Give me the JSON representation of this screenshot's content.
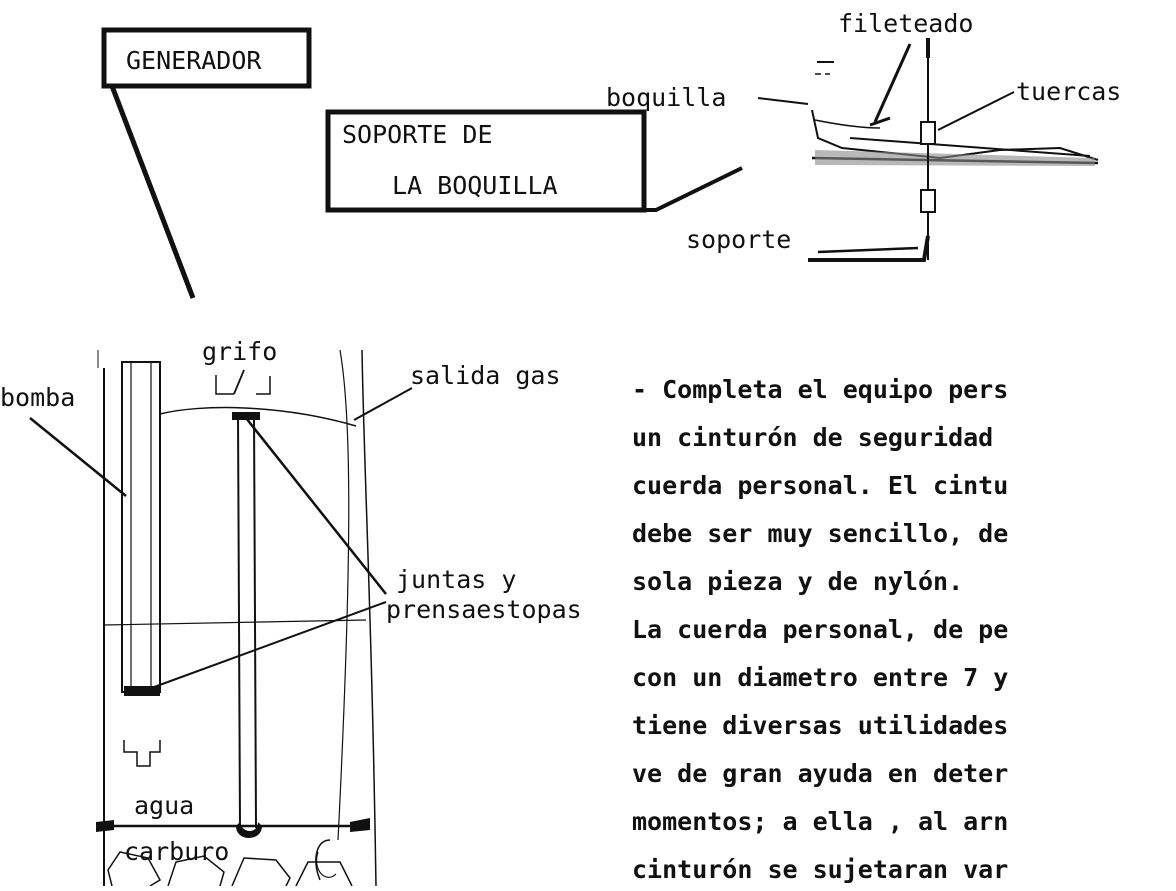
{
  "generator": {
    "title": "GENERADOR",
    "labels": {
      "grifo": "grifo",
      "bomba": "bomba",
      "salida_gas": "salida gas",
      "juntas_line1": "juntas y",
      "juntas_line2": "prensaestopas",
      "agua": "agua",
      "carburo": "carburo"
    }
  },
  "nozzle_support": {
    "title_line1": "SOPORTE DE",
    "title_line2": "LA BOQUILLA",
    "labels": {
      "fileteado": "fileteado",
      "boquilla": "boquilla",
      "tuercas": "tuercas",
      "soporte": "soporte"
    }
  },
  "body_text": [
    "- Completa el equipo pers",
    "un cinturón de seguridad",
    "cuerda personal. El cintu",
    "debe ser muy sencillo, de",
    "sola pieza y de nylón.",
    "La cuerda personal, de pe",
    "con un diametro entre 7 y",
    "tiene diversas utilidades",
    "ve de gran ayuda en deter",
    "momentos; a ella , al arn",
    "cinturón se sujetaran var"
  ]
}
